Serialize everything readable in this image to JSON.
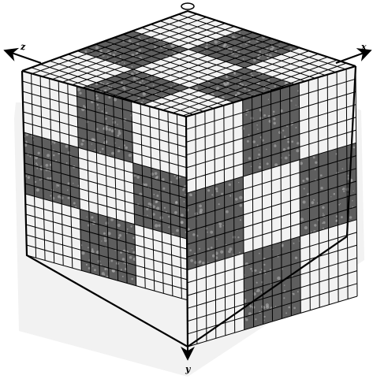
{
  "figure": {
    "axes": [
      {
        "id": "z",
        "label": "z"
      },
      {
        "id": "x",
        "label": "x"
      },
      {
        "id": "y",
        "label": "y"
      }
    ],
    "grid_divisions": 18,
    "block_pattern": [
      [
        0,
        1,
        0
      ],
      [
        1,
        0,
        1
      ],
      [
        0,
        1,
        0
      ]
    ],
    "colors": {
      "light_fill": "#f2f2f2",
      "dark_fill": "#5e5e5e",
      "grid": "#000000",
      "paper": "#ffffff",
      "speckle": "#b8b8b8"
    }
  }
}
